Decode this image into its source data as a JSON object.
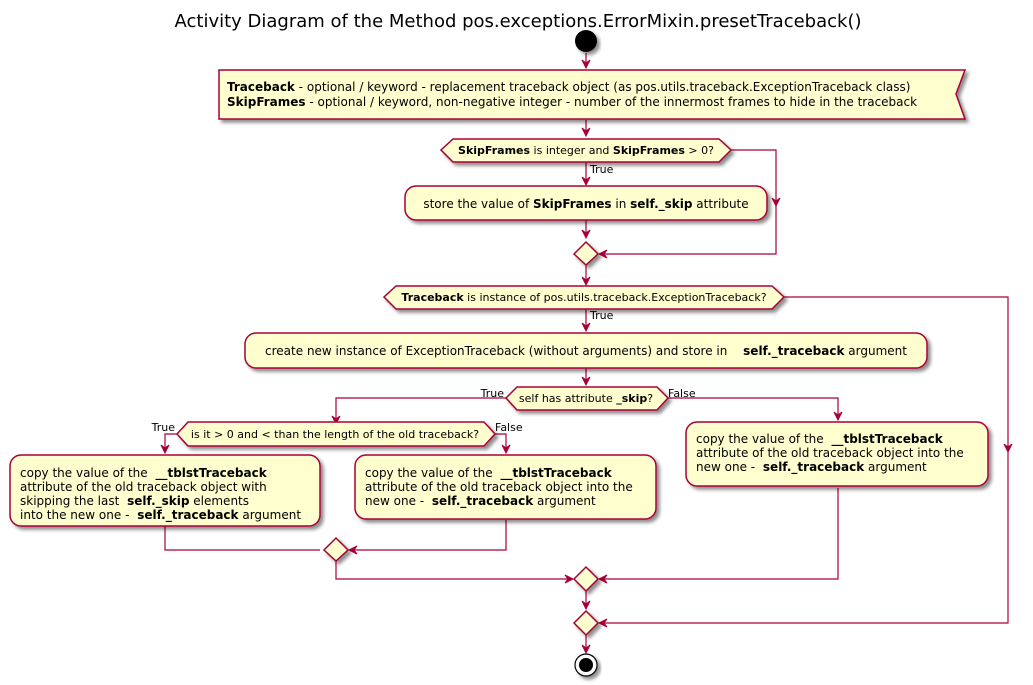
{
  "title": "Activity Diagram of the Method pos.exceptions.ErrorMixin.presetTraceback()",
  "colors": {
    "node_fill": "#FEFECE",
    "border": "#A80036",
    "start": "#000000"
  },
  "params": {
    "line1": {
      "bold": "Traceback",
      "rest": " - optional / keyword - replacement traceback object (as pos.utils.traceback.ExceptionTraceback class)"
    },
    "line2": {
      "bold": "SkipFrames",
      "rest": " - optional / keyword, non-negative integer - number of the innermost frames to hide in the traceback"
    }
  },
  "decision1": {
    "b1": "SkipFrames",
    "t1": " is integer and ",
    "b2": "SkipFrames",
    "t2": " > 0?",
    "true_label": "True"
  },
  "action_store": {
    "t1": "store the value of ",
    "b1": "SkipFrames",
    "t2": " in ",
    "b2": "self._skip",
    "t3": " attribute"
  },
  "decision2": {
    "b1": "Traceback",
    "t1": " is instance of pos.utils.traceback.ExceptionTraceback?",
    "true_label": "True"
  },
  "action_create": {
    "t1": "create new instance of ExceptionTraceback (without arguments) and store in ",
    "b1": "self._traceback",
    "t2": " argument"
  },
  "decision3": {
    "t1": "self has attribute ",
    "b1": "_skip",
    "t2": "?",
    "true_label": "True",
    "false_label": "False"
  },
  "decision4": {
    "text": "is it > 0 and < than the length of the old traceback?",
    "true_label": "True",
    "false_label": "False"
  },
  "action_skip": {
    "l1a": "copy the value of the ",
    "l1b": "__tblstTraceback",
    "l2": "attribute of the old traceback object with",
    "l3a": "skipping the last ",
    "l3b": "self._skip",
    "l3c": " elements",
    "l4a": "into the new one - ",
    "l4b": "self._traceback",
    "l4c": " argument"
  },
  "action_copy_mid": {
    "l1a": "copy the value of the ",
    "l1b": "__tblstTraceback",
    "l2": "attribute of the old traceback object into the",
    "l3a": "new one - ",
    "l3b": "self._traceback",
    "l3c": " argument"
  },
  "action_copy_right": {
    "l1a": "copy the value of the ",
    "l1b": "__tblstTraceback",
    "l2": "attribute of the old traceback object into the",
    "l3a": "new one - ",
    "l3b": "self._traceback",
    "l3c": " argument"
  }
}
